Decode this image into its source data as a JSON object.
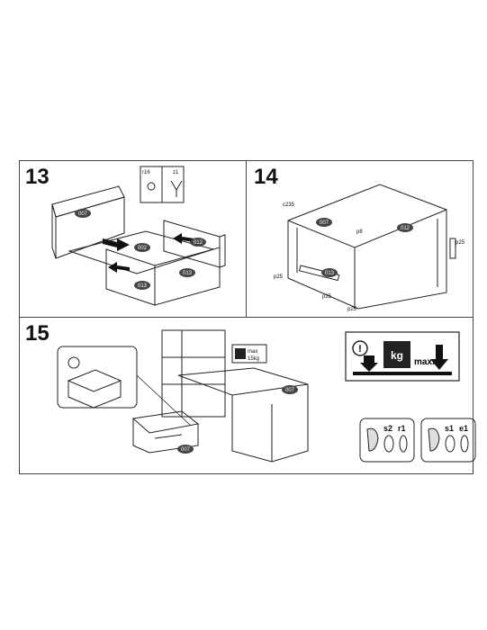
{
  "steps": {
    "s13": "13",
    "s14": "14",
    "s15": "15"
  },
  "step13": {
    "parts": [
      "007",
      "002",
      "012",
      "013"
    ],
    "fittings": [
      "r16",
      "z1"
    ]
  },
  "step14": {
    "parts": [
      "007",
      "012",
      "013"
    ],
    "fittings": [
      "c235",
      "p8",
      "p25"
    ]
  },
  "step15": {
    "part": "007",
    "badge_max": "max",
    "badge_weight": "15kg",
    "kg": "kg",
    "max_label": "max.",
    "hint1": [
      "s2",
      "r1"
    ],
    "hint2": [
      "s1",
      "e1"
    ]
  },
  "colors": {
    "line": "#222222",
    "ellipse": "#444444"
  },
  "icons": [
    "arrow-icon",
    "kg-weight-icon",
    "exclamation-icon",
    "thumb-icon"
  ]
}
